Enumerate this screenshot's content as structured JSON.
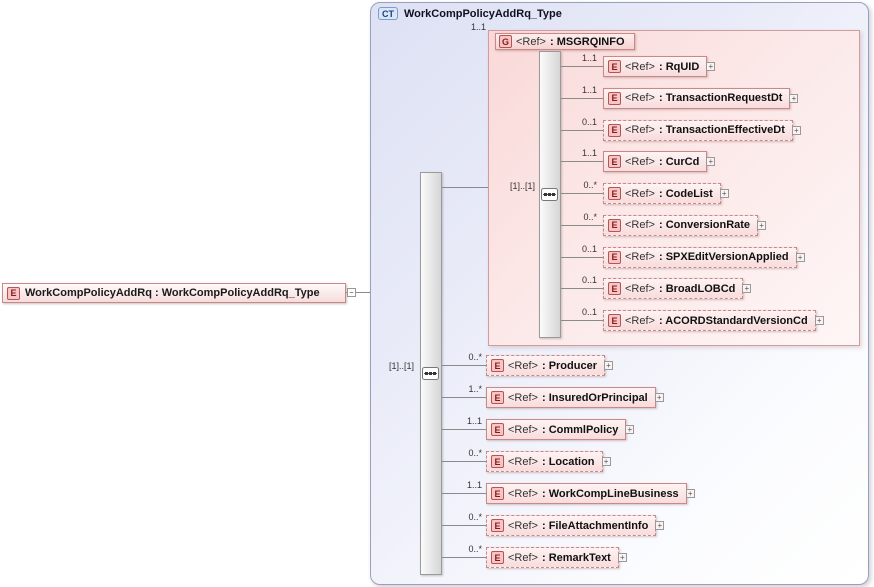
{
  "icons": {
    "expand": "+",
    "collapse": "−"
  },
  "colors": {
    "element_fill": "#f8dcdc",
    "element_border": "#c98989",
    "complex_type_fill": "#dde1f4",
    "complex_type_border": "#9aa0bb",
    "group_fill": "#fce8e8",
    "connector": "#8a8a8a"
  },
  "root": {
    "badge": "E",
    "label": "WorkCompPolicyAddRq : WorkCompPolicyAddRq_Type"
  },
  "complex_type": {
    "badge": "CT",
    "title": "WorkCompPolicyAddRq_Type",
    "sequence_cardinality": "[1]..[1]",
    "msgrqinfo_group": {
      "badge": "G",
      "ref": "<Ref>",
      "name": ": MSGRQINFO",
      "cardinality": "1..1",
      "sequence_cardinality": "[1]..[1]",
      "elements": [
        {
          "badge": "E",
          "cardinality": "1..1",
          "ref": "<Ref>",
          "name": ": RqUID",
          "optional": false
        },
        {
          "badge": "E",
          "cardinality": "1..1",
          "ref": "<Ref>",
          "name": ": TransactionRequestDt",
          "optional": false
        },
        {
          "badge": "E",
          "cardinality": "0..1",
          "ref": "<Ref>",
          "name": ": TransactionEffectiveDt",
          "optional": true
        },
        {
          "badge": "E",
          "cardinality": "1..1",
          "ref": "<Ref>",
          "name": ": CurCd",
          "optional": false
        },
        {
          "badge": "E",
          "cardinality": "0..*",
          "ref": "<Ref>",
          "name": ": CodeList",
          "optional": true
        },
        {
          "badge": "E",
          "cardinality": "0..*",
          "ref": "<Ref>",
          "name": ": ConversionRate",
          "optional": true
        },
        {
          "badge": "E",
          "cardinality": "0..1",
          "ref": "<Ref>",
          "name": ": SPXEditVersionApplied",
          "optional": true
        },
        {
          "badge": "E",
          "cardinality": "0..1",
          "ref": "<Ref>",
          "name": ": BroadLOBCd",
          "optional": true
        },
        {
          "badge": "E",
          "cardinality": "0..1",
          "ref": "<Ref>",
          "name": ": ACORDStandardVersionCd",
          "optional": true
        }
      ]
    },
    "elements": [
      {
        "badge": "E",
        "cardinality": "0..*",
        "ref": "<Ref>",
        "name": ": Producer",
        "optional": true
      },
      {
        "badge": "E",
        "cardinality": "1..*",
        "ref": "<Ref>",
        "name": ": InsuredOrPrincipal",
        "optional": false
      },
      {
        "badge": "E",
        "cardinality": "1..1",
        "ref": "<Ref>",
        "name": ": CommlPolicy",
        "optional": false
      },
      {
        "badge": "E",
        "cardinality": "0..*",
        "ref": "<Ref>",
        "name": ": Location",
        "optional": true
      },
      {
        "badge": "E",
        "cardinality": "1..1",
        "ref": "<Ref>",
        "name": ": WorkCompLineBusiness",
        "optional": false
      },
      {
        "badge": "E",
        "cardinality": "0..*",
        "ref": "<Ref>",
        "name": ": FileAttachmentInfo",
        "optional": true
      },
      {
        "badge": "E",
        "cardinality": "0..*",
        "ref": "<Ref>",
        "name": ": RemarkText",
        "optional": true
      }
    ]
  }
}
